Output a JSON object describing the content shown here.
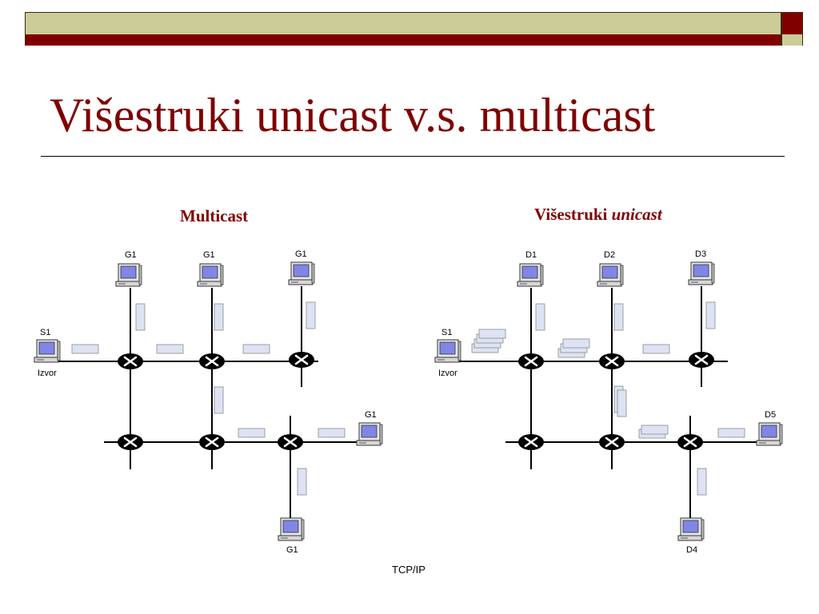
{
  "slide": {
    "title": "Višestruki unicast v.s. multicast",
    "footer": "TCP/IP",
    "colors": {
      "accent": "#800000",
      "olive": "#cccc99",
      "packet": "#dde3f3"
    }
  },
  "multicast": {
    "heading": "Multicast",
    "source_label": "S1",
    "source_caption": "Izvor",
    "receivers": [
      "G1",
      "G1",
      "G1",
      "G1",
      "G1"
    ]
  },
  "multiple_unicast": {
    "heading_plain": "Višestruki ",
    "heading_italic": "unicast",
    "source_label": "S1",
    "source_caption": "Izvor",
    "receivers": [
      "D1",
      "D2",
      "D3",
      "D5",
      "D4"
    ]
  },
  "icons": {
    "computer": "computer-icon",
    "router": "router-icon",
    "packet": "packet-icon"
  }
}
